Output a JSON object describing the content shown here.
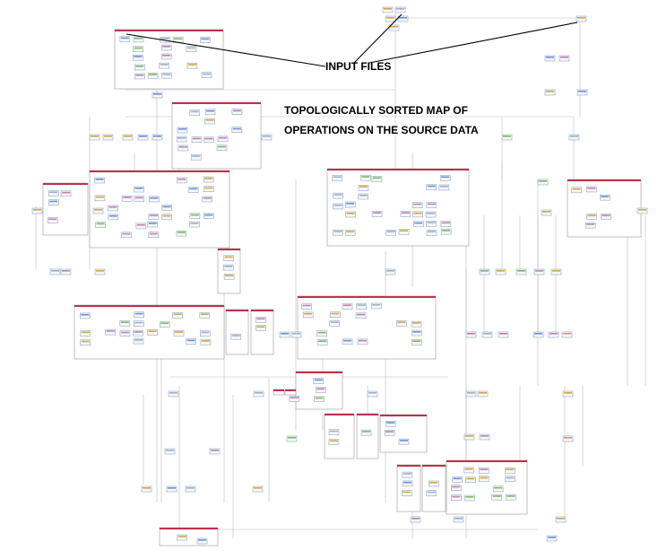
{
  "annotations": {
    "input_files": "INPUT FILES",
    "topo_line1": "TOPOLOGICALLY SORTED MAP OF",
    "topo_line2": "OPERATIONS ON THE SOURCE DATA"
  },
  "colors": {
    "background": "#ffffff",
    "connector": "#bdbdbd",
    "group_header": "#c0304a",
    "group_border": "#9a9a9a",
    "node_fill": "#f4f8fc",
    "node_border": "#7f95b3",
    "node_accents": [
      "#6f8fd8",
      "#d9a441",
      "#7dbb5a",
      "#c77fb0",
      "#9fb0c8"
    ],
    "callout_line": "#000000"
  }
}
